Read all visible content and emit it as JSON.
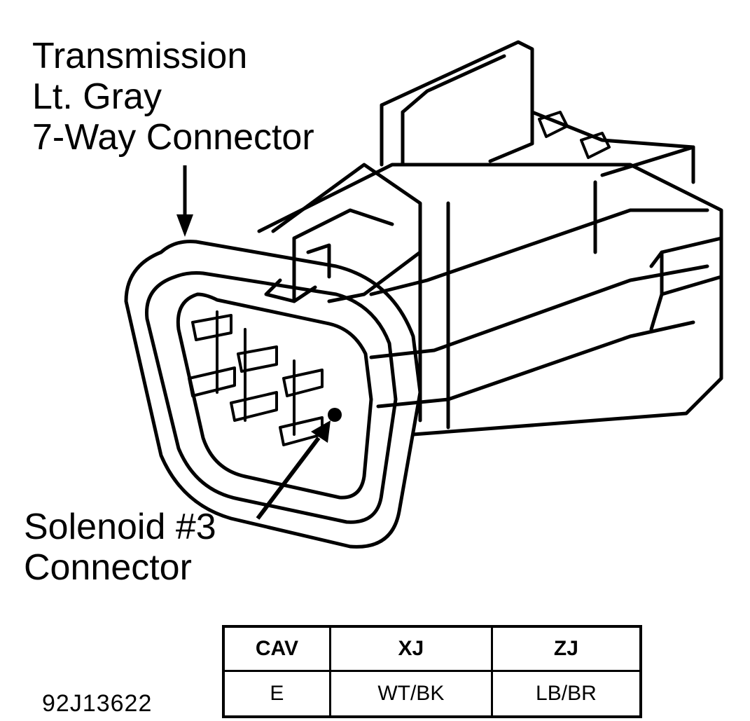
{
  "labels": {
    "connector_line1": "Transmission",
    "connector_line2": "Lt. Gray",
    "connector_line3": "7-Way Connector",
    "solenoid_line1": "Solenoid #3",
    "solenoid_line2": "Connector"
  },
  "figure_code": "92J13622",
  "table": {
    "headers": [
      "CAV",
      "XJ",
      "ZJ"
    ],
    "rows": [
      [
        "E",
        "WT/BK",
        "LB/BR"
      ]
    ]
  }
}
